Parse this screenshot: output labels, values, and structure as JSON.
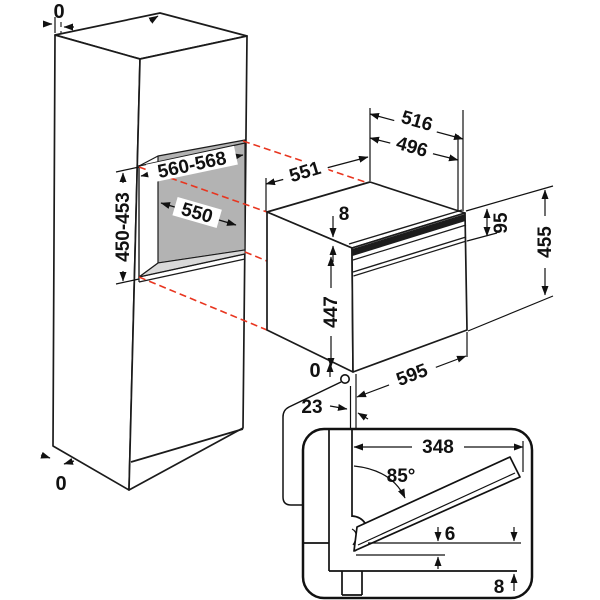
{
  "title": "built-in-oven-installation-diagram",
  "colors": {
    "red": "#e8351f",
    "ink": "#1b1b1b",
    "niche_back": "#b3b3b3",
    "niche_floor": "#d9d9d9",
    "rim_dark": "#1c1c1c"
  },
  "cabinet": {
    "top_clearance": "0",
    "bottom_clearance": "0",
    "niche_width": "560-568",
    "niche_depth": "550",
    "niche_height": "450-453"
  },
  "oven": {
    "width_top": "551",
    "depth_total": "516",
    "depth_body": "496",
    "trim_thickness": "8",
    "front_height": "447",
    "front_bottom_clearance": "0",
    "panel_height": "95",
    "total_height": "455",
    "width_bottom": "595",
    "door_offset": "23"
  },
  "door_detail": {
    "door_length": "348",
    "opening_angle": "85°",
    "gap_under_door": "6",
    "bottom_clearance": "8"
  }
}
